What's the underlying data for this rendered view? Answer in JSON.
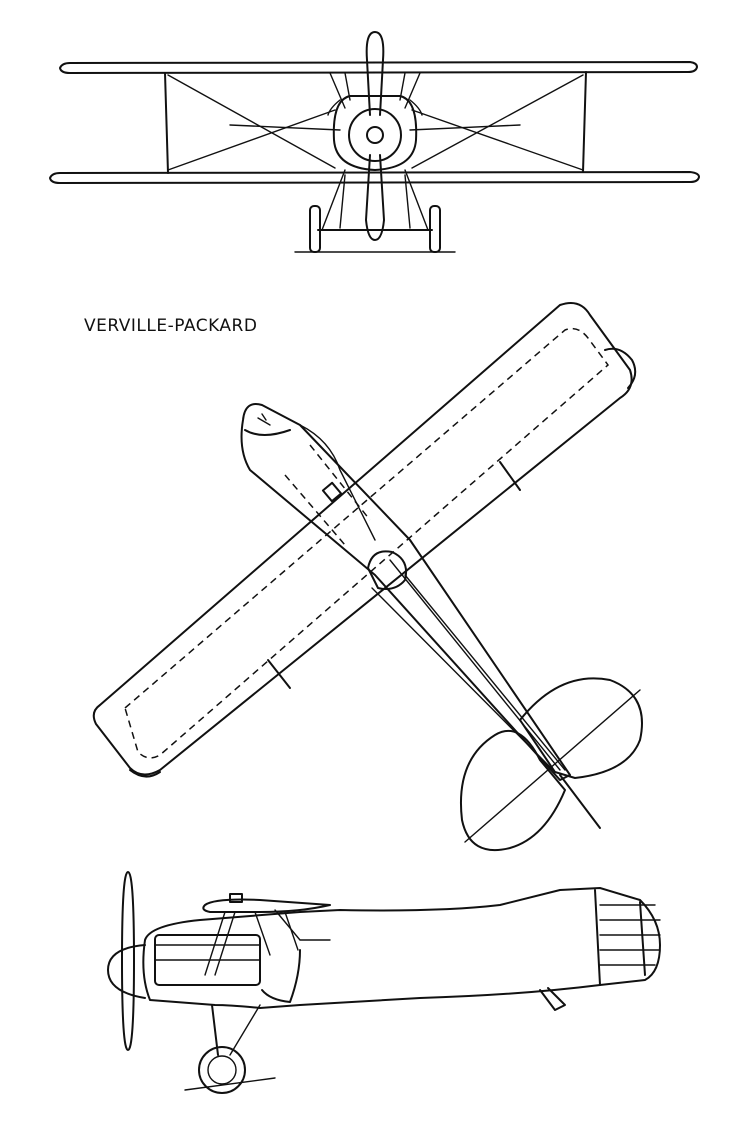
{
  "drawing": {
    "title": "VERVILLE-PACKARD",
    "views": [
      "front-view",
      "top-view",
      "side-view"
    ]
  }
}
